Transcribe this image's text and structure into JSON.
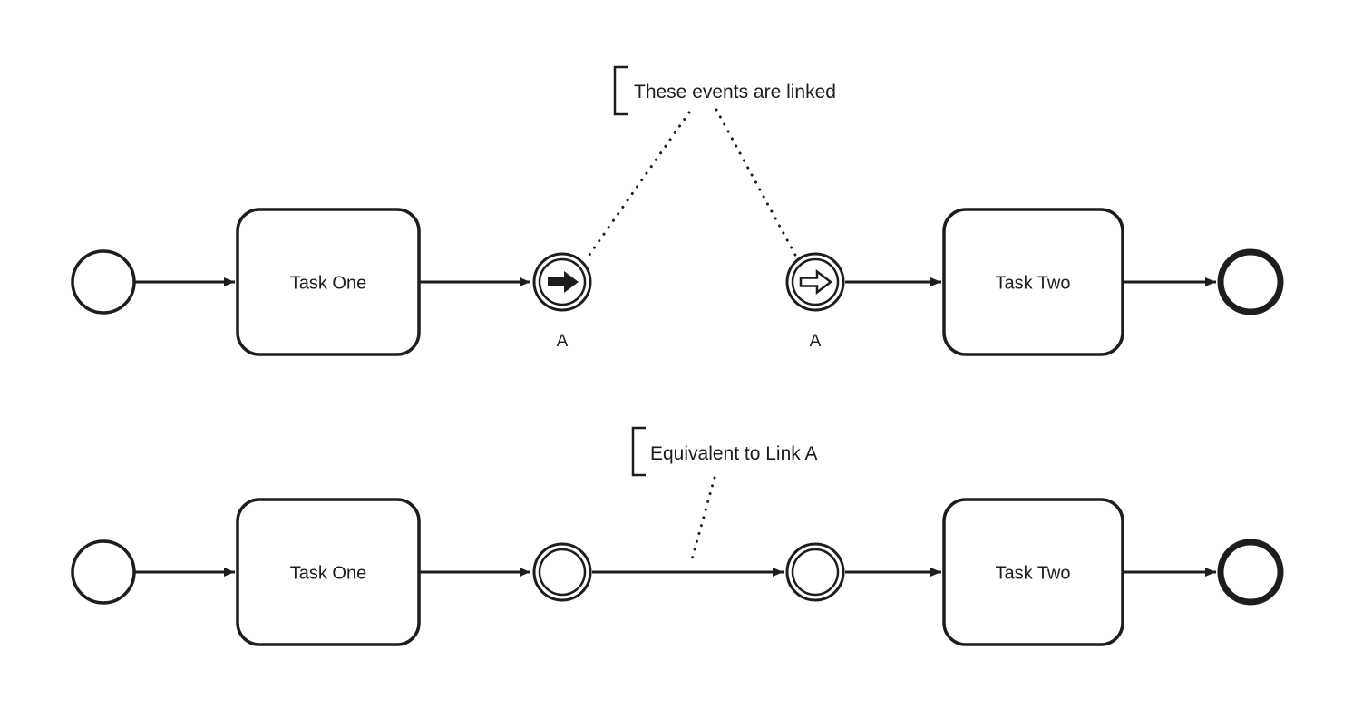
{
  "diagram": {
    "type": "bpmn-link-event-diagram",
    "colors": {
      "ink": "#1d1d1d",
      "background": "#ffffff"
    },
    "annotation_top": {
      "text": "These events are linked"
    },
    "annotation_bottom": {
      "text": "Equivalent to Link A"
    },
    "row1": {
      "task_one": "Task One",
      "task_two": "Task Two",
      "link_throw": {
        "label": "A",
        "icon": "link-arrow-filled-icon"
      },
      "link_catch": {
        "label": "A",
        "icon": "link-arrow-outline-icon"
      }
    },
    "row2": {
      "task_one": "Task One",
      "task_two": "Task Two"
    }
  }
}
